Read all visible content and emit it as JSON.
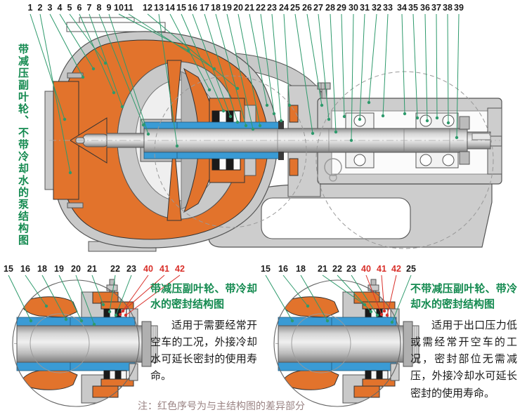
{
  "palette": {
    "callout_green": "#2e9a6c",
    "title_green": "#148a50",
    "diff_red": "#d9302a",
    "casing_orange": "#e2732c",
    "sleeve_blue": "#3a9bd5",
    "note_gray": "#9a8383"
  },
  "main_view": {
    "caption": "带减压副叶轮、不带冷却水的泵结构图",
    "part_numbers": [
      "1",
      "2",
      "3",
      "4",
      "5",
      "6",
      "7",
      "8",
      "9",
      "10",
      "11",
      "12",
      "13",
      "14",
      "15",
      "16",
      "17",
      "18",
      "19",
      "20",
      "21",
      "22",
      "23",
      "24",
      "25",
      "26",
      "27",
      "28",
      "29",
      "30",
      "31",
      "32",
      "33",
      "34",
      "35",
      "36",
      "37",
      "38",
      "39"
    ]
  },
  "detail_left": {
    "title": "带减压副叶轮、带冷却水的密封结构图",
    "description": "适用于需要经常开空车的工况，外接冷却水可延长密封的使用寿命。",
    "part_numbers": [
      {
        "label": "15",
        "diff": false
      },
      {
        "label": "16",
        "diff": false
      },
      {
        "label": "18",
        "diff": false
      },
      {
        "label": "19",
        "diff": false
      },
      {
        "label": "20",
        "diff": false
      },
      {
        "label": "21",
        "diff": false
      },
      {
        "label": "22",
        "diff": false
      },
      {
        "label": "23",
        "diff": false
      },
      {
        "label": "40",
        "diff": true
      },
      {
        "label": "41",
        "diff": true
      },
      {
        "label": "42",
        "diff": true
      }
    ]
  },
  "detail_right": {
    "title": "不带减压副叶轮、带冷却水的密封结构图",
    "description": "适用于出口压力低或需经常开空车的工况，密封部位无需减压，外接冷却水可延长密封的使用寿命。",
    "part_numbers": [
      {
        "label": "15",
        "diff": false
      },
      {
        "label": "16",
        "diff": false
      },
      {
        "label": "18",
        "diff": false
      },
      {
        "label": "21",
        "diff": false
      },
      {
        "label": "22",
        "diff": false
      },
      {
        "label": "23",
        "diff": false
      },
      {
        "label": "40",
        "diff": true
      },
      {
        "label": "41",
        "diff": true
      },
      {
        "label": "42",
        "diff": true
      },
      {
        "label": "25",
        "diff": false
      }
    ]
  },
  "note": "注：红色序号为与主结构图的差异部分"
}
